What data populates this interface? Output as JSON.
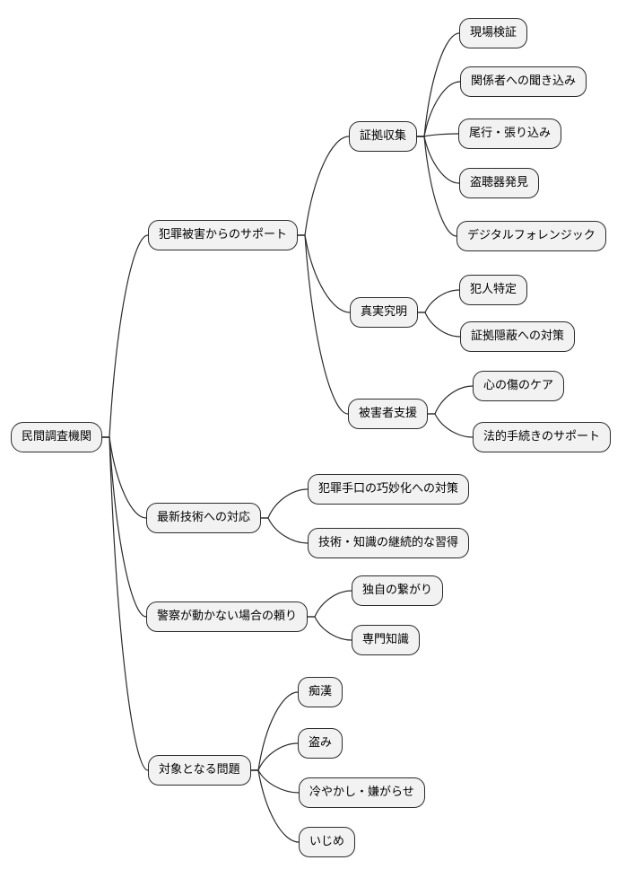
{
  "diagram": {
    "type": "mindmap",
    "orientation": "left-to-right",
    "colors": {
      "background": "#ffffff",
      "node_fill": "#f2f2f2",
      "node_border": "#2b2b2b",
      "edge": "#2b2b2b",
      "text": "#000000"
    }
  },
  "nodes": [
    {
      "id": 0,
      "label": "民間調査機関",
      "parent": null
    },
    {
      "id": 1,
      "label": "犯罪被害からのサポート",
      "parent": 0
    },
    {
      "id": 2,
      "label": "証拠収集",
      "parent": 1
    },
    {
      "id": 3,
      "label": "現場検証",
      "parent": 2
    },
    {
      "id": 4,
      "label": "関係者への聞き込み",
      "parent": 2
    },
    {
      "id": 5,
      "label": "尾行・張り込み",
      "parent": 2
    },
    {
      "id": 6,
      "label": "盗聴器発見",
      "parent": 2
    },
    {
      "id": 7,
      "label": "デジタルフォレンジック",
      "parent": 2
    },
    {
      "id": 8,
      "label": "真実究明",
      "parent": 1
    },
    {
      "id": 9,
      "label": "犯人特定",
      "parent": 8
    },
    {
      "id": 10,
      "label": "証拠隠蔽への対策",
      "parent": 8
    },
    {
      "id": 11,
      "label": "被害者支援",
      "parent": 1
    },
    {
      "id": 12,
      "label": "心の傷のケア",
      "parent": 11
    },
    {
      "id": 13,
      "label": "法的手続きのサポート",
      "parent": 11
    },
    {
      "id": 14,
      "label": "最新技術への対応",
      "parent": 0
    },
    {
      "id": 15,
      "label": "犯罪手口の巧妙化への対策",
      "parent": 14
    },
    {
      "id": 16,
      "label": "技術・知識の継続的な習得",
      "parent": 14
    },
    {
      "id": 17,
      "label": "警察が動かない場合の頼り",
      "parent": 0
    },
    {
      "id": 18,
      "label": "独自の繋がり",
      "parent": 17
    },
    {
      "id": 19,
      "label": "専門知識",
      "parent": 17
    },
    {
      "id": 20,
      "label": "対象となる問題",
      "parent": 0
    },
    {
      "id": 21,
      "label": "痴漢",
      "parent": 20
    },
    {
      "id": 22,
      "label": "盗み",
      "parent": 20
    },
    {
      "id": 23,
      "label": "冷やかし・嫌がらせ",
      "parent": 20
    },
    {
      "id": 24,
      "label": "いじめ",
      "parent": 20
    }
  ]
}
